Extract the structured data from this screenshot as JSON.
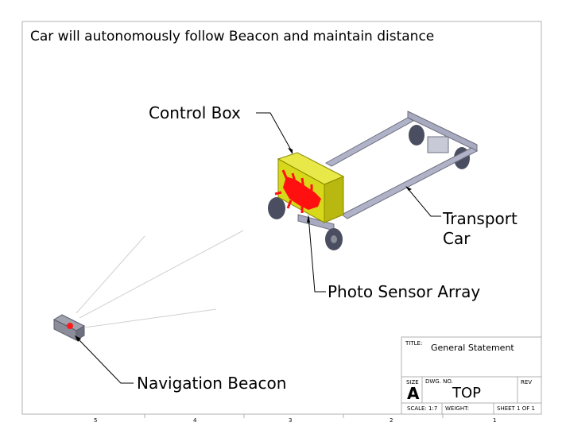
{
  "headline": "Car will autonomously follow Beacon and maintain distance",
  "callouts": {
    "control_box": "Control Box",
    "transport_line1": "Transport",
    "transport_line2": "Car",
    "photo_sensor": "Photo Sensor Array",
    "beacon": "Navigation Beacon"
  },
  "title_block": {
    "title_label": "TITLE:",
    "title_value": "General Statement",
    "size_label": "SIZE",
    "size_value": "A",
    "dwg_label": "DWG. NO.",
    "dwg_value": "TOP",
    "rev_label": "REV",
    "scale_label": "SCALE: 1:7",
    "weight_label": "WEIGHT:",
    "sheet_label": "SHEET 1 OF 1"
  },
  "zones": [
    "5",
    "4",
    "3",
    "2",
    "1"
  ],
  "colors": {
    "box_face": "#d8d81a",
    "box_side": "#b8b810",
    "box_top": "#e8e848",
    "sensor": "#ff1010",
    "frame": "#9ea0b8",
    "wheel": "#4a4e60",
    "beacon": "#8a8c9a",
    "beacon_led": "#ff1a1a"
  }
}
